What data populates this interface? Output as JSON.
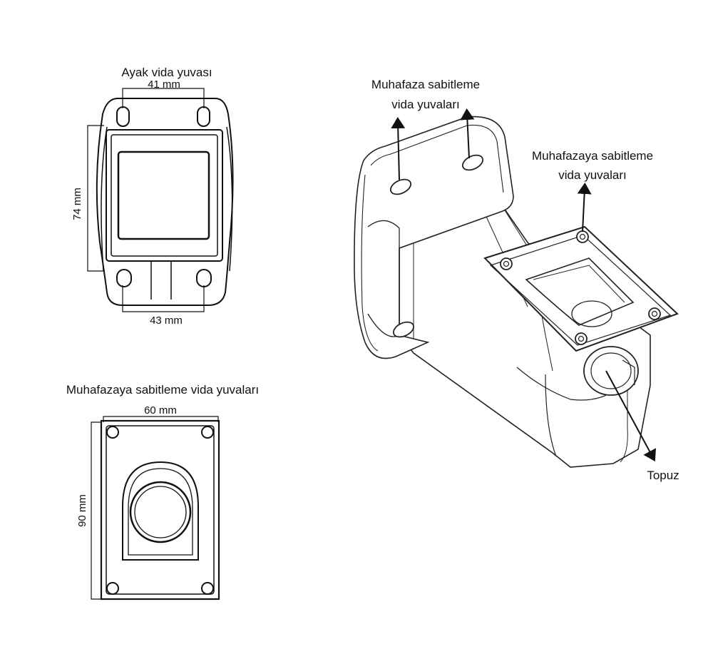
{
  "labels": {
    "foot_screw_slot": "Ayak vida yuvası",
    "dim_41": "41 mm",
    "dim_74": "74 mm",
    "dim_43": "43 mm",
    "housing_slots_plate_title": "Muhafazaya sabitleme vida yuvaları",
    "dim_60": "60 mm",
    "dim_90": "90 mm",
    "housing_fix_line1": "Muhafaza sabitleme",
    "housing_fix_line2": "vida yuvaları",
    "to_housing_line1": "Muhafazaya sabitleme",
    "to_housing_line2": "vida yuvaları",
    "knob": "Topuz"
  }
}
